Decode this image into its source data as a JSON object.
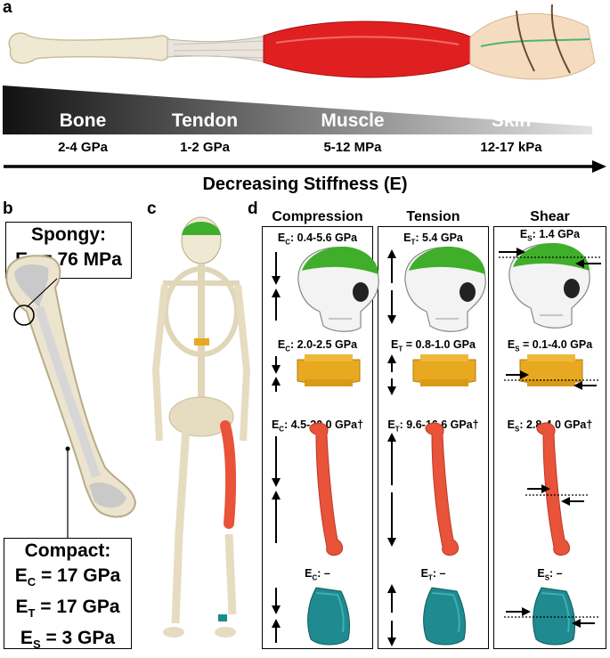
{
  "panel_labels": {
    "a": "a",
    "b": "b",
    "c": "c",
    "d": "d"
  },
  "tissues": [
    {
      "name": "Bone",
      "stiffness": "2-4 GPa"
    },
    {
      "name": "Tendon",
      "stiffness": "1-2 GPa"
    },
    {
      "name": "Muscle",
      "stiffness": "5-12 MPa"
    },
    {
      "name": "Skin",
      "stiffness": "12-17 kPa"
    }
  ],
  "axis_label": "Decreasing Stiffness (E)",
  "spongy": {
    "title": "Spongy:",
    "sym": "E",
    "sub": "C",
    "value": " = 76 MPa"
  },
  "compact": {
    "title": "Compact:",
    "rows": [
      {
        "sym": "E",
        "sub": "C",
        "value": " = 17 GPa"
      },
      {
        "sym": "E",
        "sub": "T",
        "value": " = 17 GPa"
      },
      {
        "sym": "E",
        "sub": "S",
        "value": " = 3 GPa"
      }
    ]
  },
  "columns": [
    {
      "head": "Compression",
      "values": [
        {
          "sym": "E",
          "sub": "C",
          "value": ": 0.4-5.6 GPa"
        },
        {
          "sym": "E",
          "sub": "C",
          "value": ": 2.0-2.5 GPa"
        },
        {
          "sym": "E",
          "sub": "C",
          "value": ": 4.5-20.0 GPa†"
        },
        {
          "sym": "E",
          "sub": "C",
          "value": ": –"
        }
      ]
    },
    {
      "head": "Tension",
      "values": [
        {
          "sym": "E",
          "sub": "T",
          "value": ": 5.4 GPa"
        },
        {
          "sym": "E",
          "sub": "T",
          "value": " = 0.8-1.0 GPa"
        },
        {
          "sym": "E",
          "sub": "T",
          "value": ": 9.6-16.6 GPa†"
        },
        {
          "sym": "E",
          "sub": "T",
          "value": ": –"
        }
      ]
    },
    {
      "head": "Shear",
      "values": [
        {
          "sym": "E",
          "sub": "S",
          "value": ": 1.4 GPa"
        },
        {
          "sym": "E",
          "sub": "S",
          "value": " = 0.1-4.0 GPa"
        },
        {
          "sym": "E",
          "sub": "S",
          "value": ": 2.8-4.0 GPa†"
        },
        {
          "sym": "E",
          "sub": "S",
          "value": ": –"
        }
      ]
    }
  ],
  "colors": {
    "skull_cap": "#3fae2a",
    "disc": "#e8a820",
    "femur": "#e8533a",
    "talus": "#1f8a8f",
    "muscle": "#e02020",
    "bone": "#efe8d2"
  }
}
